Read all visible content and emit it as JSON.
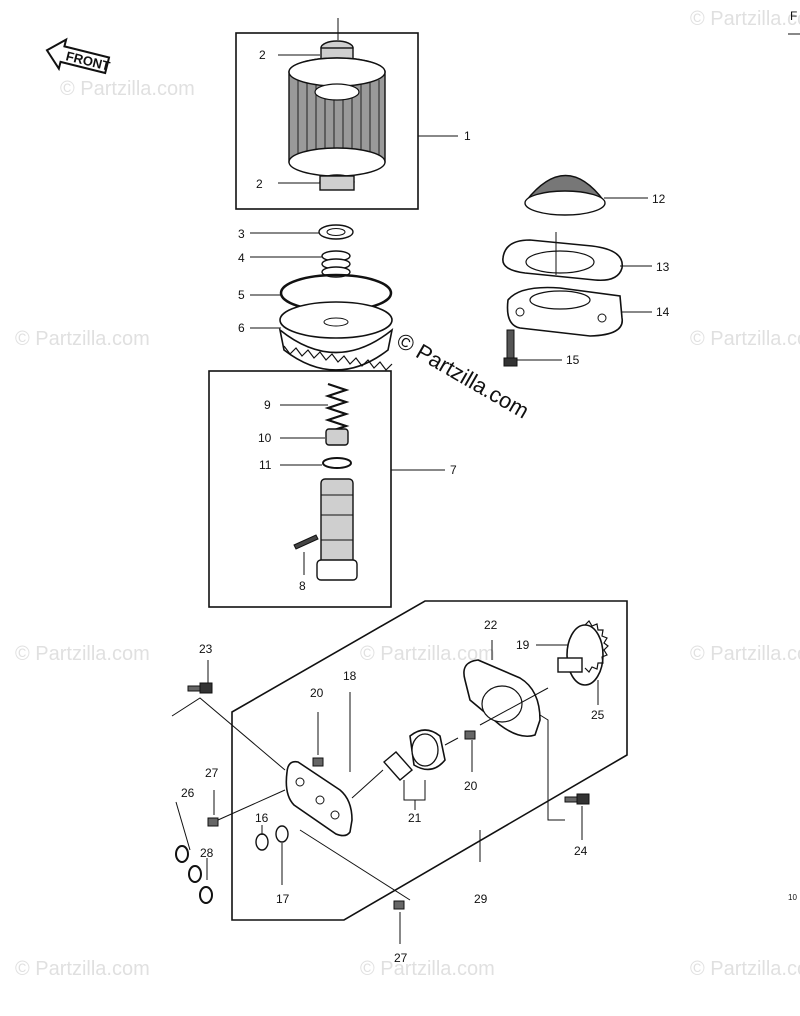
{
  "front_arrow": "FRONT",
  "corner_letter": "F",
  "corner_code": "10",
  "watermark_main": "© Partzilla.com",
  "watermark_faint": "© Partzilla.com",
  "callouts": [
    {
      "id": "c1",
      "text": "1"
    },
    {
      "id": "c2a",
      "text": "2"
    },
    {
      "id": "c2b",
      "text": "2"
    },
    {
      "id": "c3",
      "text": "3"
    },
    {
      "id": "c4",
      "text": "4"
    },
    {
      "id": "c5",
      "text": "5"
    },
    {
      "id": "c6",
      "text": "6"
    },
    {
      "id": "c7",
      "text": "7"
    },
    {
      "id": "c8",
      "text": "8"
    },
    {
      "id": "c9",
      "text": "9"
    },
    {
      "id": "c10",
      "text": "10"
    },
    {
      "id": "c11",
      "text": "11"
    },
    {
      "id": "c12",
      "text": "12"
    },
    {
      "id": "c13",
      "text": "13"
    },
    {
      "id": "c14",
      "text": "14"
    },
    {
      "id": "c15",
      "text": "15"
    },
    {
      "id": "c16",
      "text": "16"
    },
    {
      "id": "c17",
      "text": "17"
    },
    {
      "id": "c18",
      "text": "18"
    },
    {
      "id": "c19",
      "text": "19"
    },
    {
      "id": "c20a",
      "text": "20"
    },
    {
      "id": "c20b",
      "text": "20"
    },
    {
      "id": "c21",
      "text": "21"
    },
    {
      "id": "c22",
      "text": "22"
    },
    {
      "id": "c23",
      "text": "23"
    },
    {
      "id": "c24",
      "text": "24"
    },
    {
      "id": "c25",
      "text": "25"
    },
    {
      "id": "c26",
      "text": "26"
    },
    {
      "id": "c27a",
      "text": "27"
    },
    {
      "id": "c27b",
      "text": "27"
    },
    {
      "id": "c28",
      "text": "28"
    },
    {
      "id": "c29",
      "text": "29"
    }
  ]
}
